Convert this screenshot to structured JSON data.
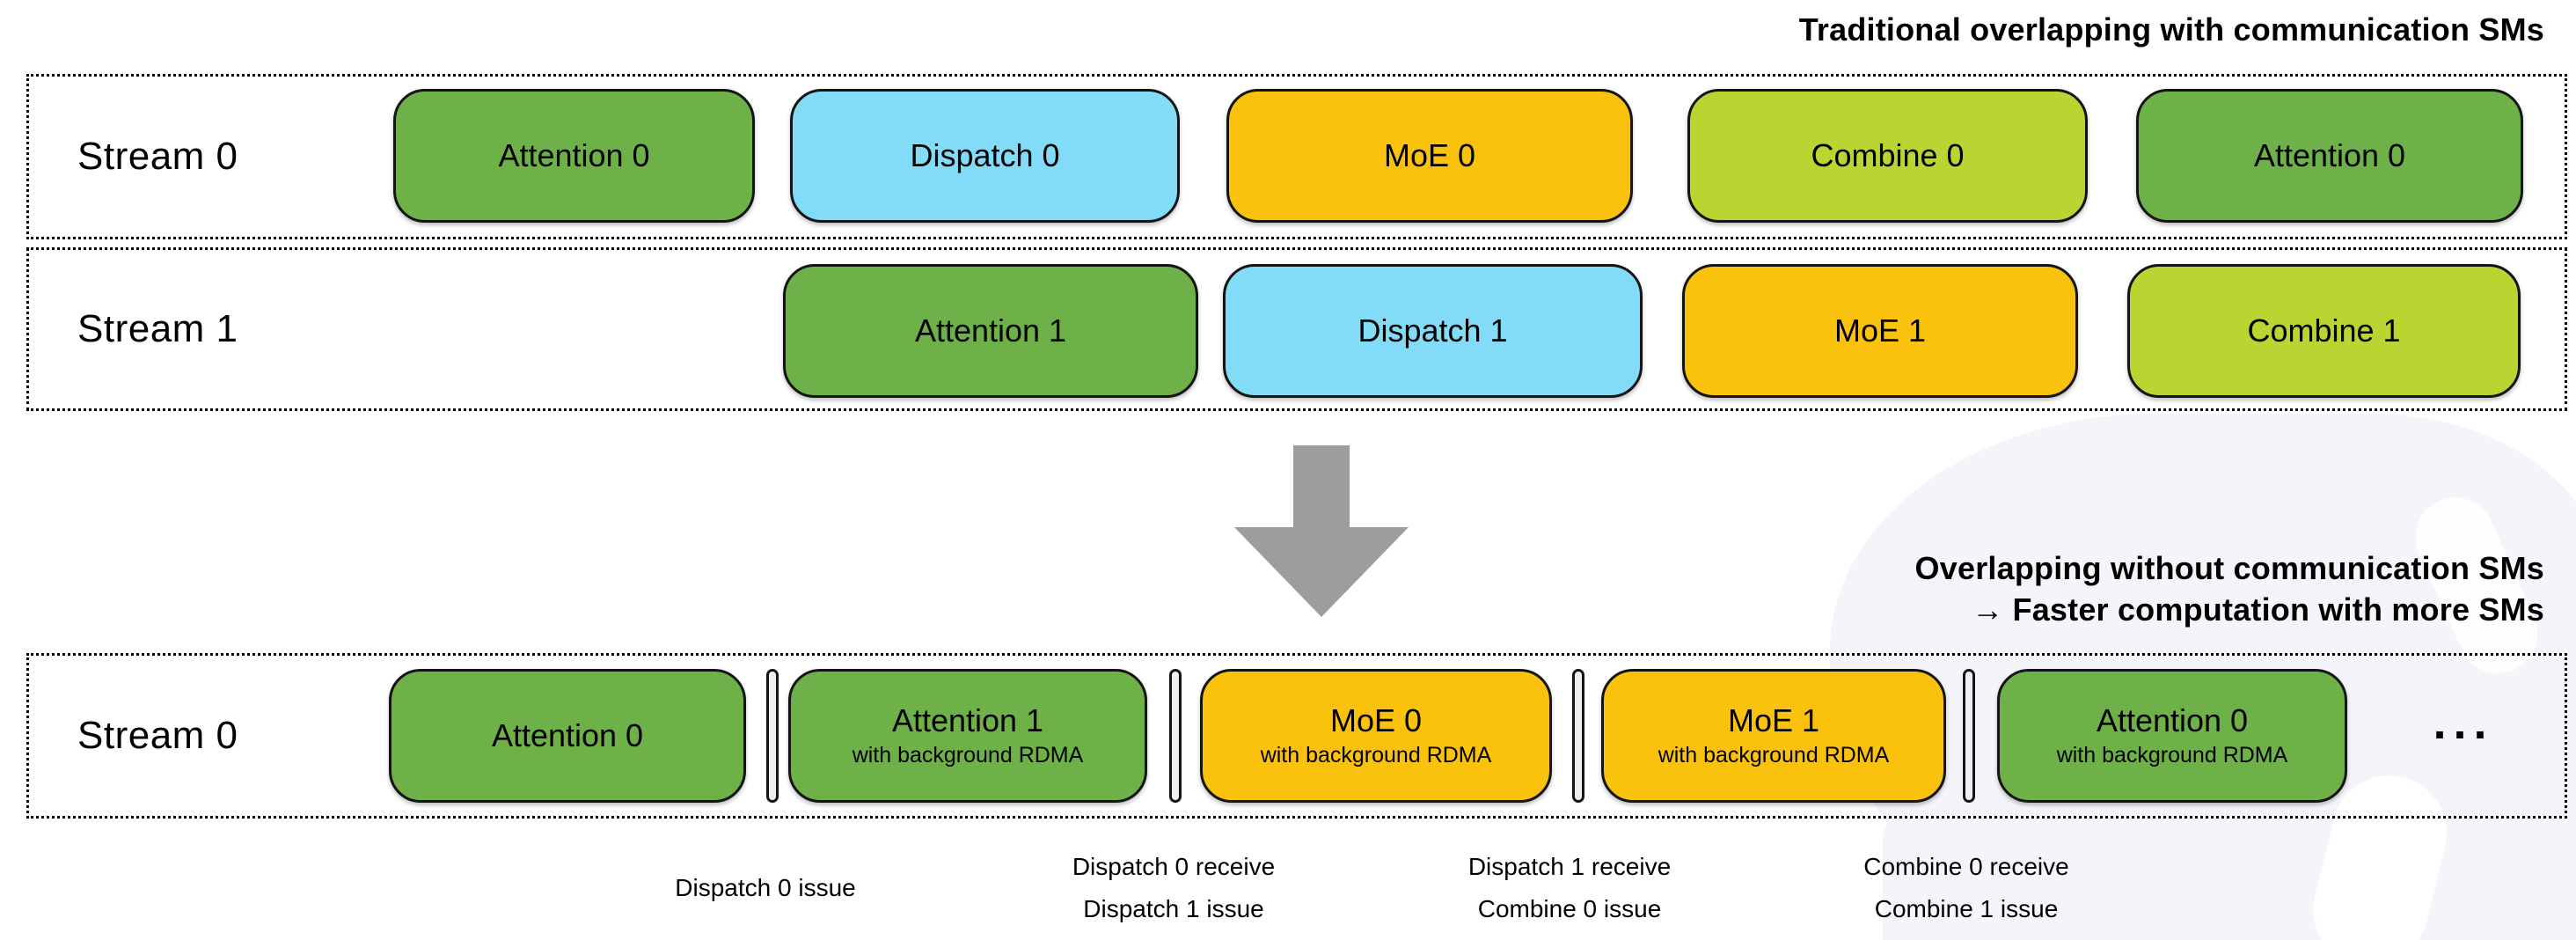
{
  "colors": {
    "green": "#6db148",
    "blue": "#82dcf7",
    "yellow": "#fbc20d",
    "lime": "#bad431",
    "arrow": "#9d9d9d",
    "separator_fill": "#f0f0f0",
    "outline": "#141414",
    "watermark": "#f4f5fa"
  },
  "top": {
    "title": "Traditional overlapping with communication SMs",
    "rows": [
      {
        "label": "Stream 0",
        "blocks": [
          {
            "label": "Attention 0",
            "color": "green"
          },
          {
            "label": "Dispatch 0",
            "color": "blue"
          },
          {
            "label": "MoE 0",
            "color": "yellow"
          },
          {
            "label": "Combine 0",
            "color": "lime"
          },
          {
            "label": "Attention 0",
            "color": "green"
          }
        ]
      },
      {
        "label": "Stream 1",
        "blocks": [
          {
            "label": "Attention 1",
            "color": "green"
          },
          {
            "label": "Dispatch 1",
            "color": "blue"
          },
          {
            "label": "MoE 1",
            "color": "yellow"
          },
          {
            "label": "Combine 1",
            "color": "lime"
          }
        ]
      }
    ]
  },
  "bottom": {
    "title_line1": "Overlapping without communication SMs",
    "title_line2": "→ Faster computation with more SMs",
    "row_label": "Stream 0",
    "blocks": [
      {
        "label": "Attention 0",
        "sublabel": "",
        "color": "green"
      },
      {
        "label": "Attention 1",
        "sublabel": "with background RDMA",
        "color": "green"
      },
      {
        "label": "MoE 0",
        "sublabel": "with background RDMA",
        "color": "yellow"
      },
      {
        "label": "MoE 1",
        "sublabel": "with background RDMA",
        "color": "yellow"
      },
      {
        "label": "Attention 0",
        "sublabel": "with background RDMA",
        "color": "green"
      }
    ],
    "ellipsis": "···",
    "annotations": [
      {
        "line1": "Dispatch 0 issue",
        "line2": ""
      },
      {
        "line1": "Dispatch 0 receive",
        "line2": "Dispatch 1 issue"
      },
      {
        "line1": "Dispatch 1 receive",
        "line2": "Combine 0 issue"
      },
      {
        "line1": "Combine 0 receive",
        "line2": "Combine 1 issue"
      }
    ]
  }
}
